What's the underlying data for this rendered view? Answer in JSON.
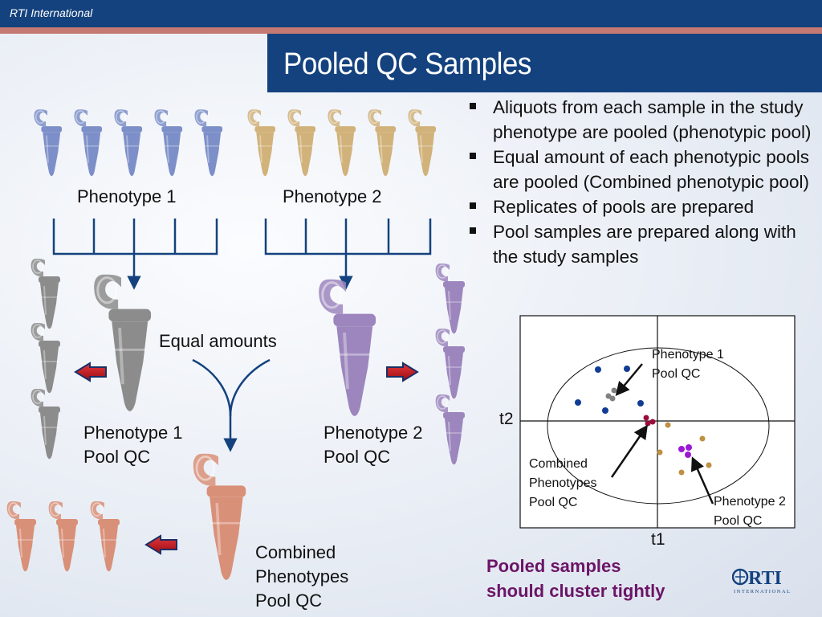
{
  "header": {
    "org": "RTI International"
  },
  "title": "Pooled QC Samples",
  "bullets": [
    "Aliquots from each sample  in the study phenotype are pooled (phenotypic pool)",
    "Equal amount of each phenotypic pools are pooled (Combined phenotypic pool)",
    "Replicates of pools are prepared",
    "Pool samples are prepared along with the study samples"
  ],
  "diagram": {
    "phenotype1": "Phenotype 1",
    "phenotype2": "Phenotype 2",
    "equal_amounts": "Equal amounts",
    "p1_pool": [
      "Phenotype 1",
      "Pool QC"
    ],
    "p2_pool": [
      "Phenotype 2",
      "Pool QC"
    ],
    "combined": [
      "Combined",
      "Phenotypes",
      "Pool QC"
    ]
  },
  "plot": {
    "x_axis": "t1",
    "y_axis": "t2",
    "label_p1": [
      "Phenotype 1",
      "Pool QC"
    ],
    "label_combined": [
      "Combined",
      "Phenotypes",
      "Pool QC"
    ],
    "label_p2": [
      "Phenotype 2",
      "Pool QC"
    ]
  },
  "footer": [
    "Pooled samples",
    "should cluster tightly"
  ],
  "logo_text": "RTI",
  "logo_sub": "INTERNATIONAL",
  "colors": {
    "navy": "#14427e",
    "blue_tube": "#7d8fc8",
    "gold_tube": "#d1b27a",
    "grey_tube": "#8c8c8c",
    "purple_tube": "#9c86bd",
    "salmon_tube": "#d99078",
    "red_arrow": "#c0141b",
    "footer_text": "#6b1567"
  }
}
